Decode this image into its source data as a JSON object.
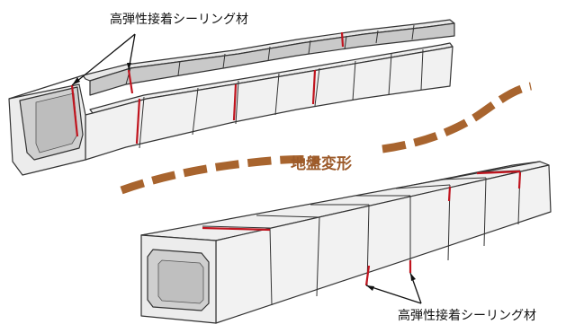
{
  "labels": {
    "sealant_top": "高弾性接着シーリング材",
    "sealant_bottom": "高弾性接着シーリング材",
    "ground_deformation": "地盤変形"
  },
  "colors": {
    "concrete_face": "#eeeeee",
    "concrete_inner": "#d5d5d5",
    "concrete_line": "#333333",
    "sealant": "#c0141e",
    "deformation_dash": "#a8642e"
  },
  "figures": [
    "u-shaped-channel-segments",
    "box-culvert-segments"
  ]
}
